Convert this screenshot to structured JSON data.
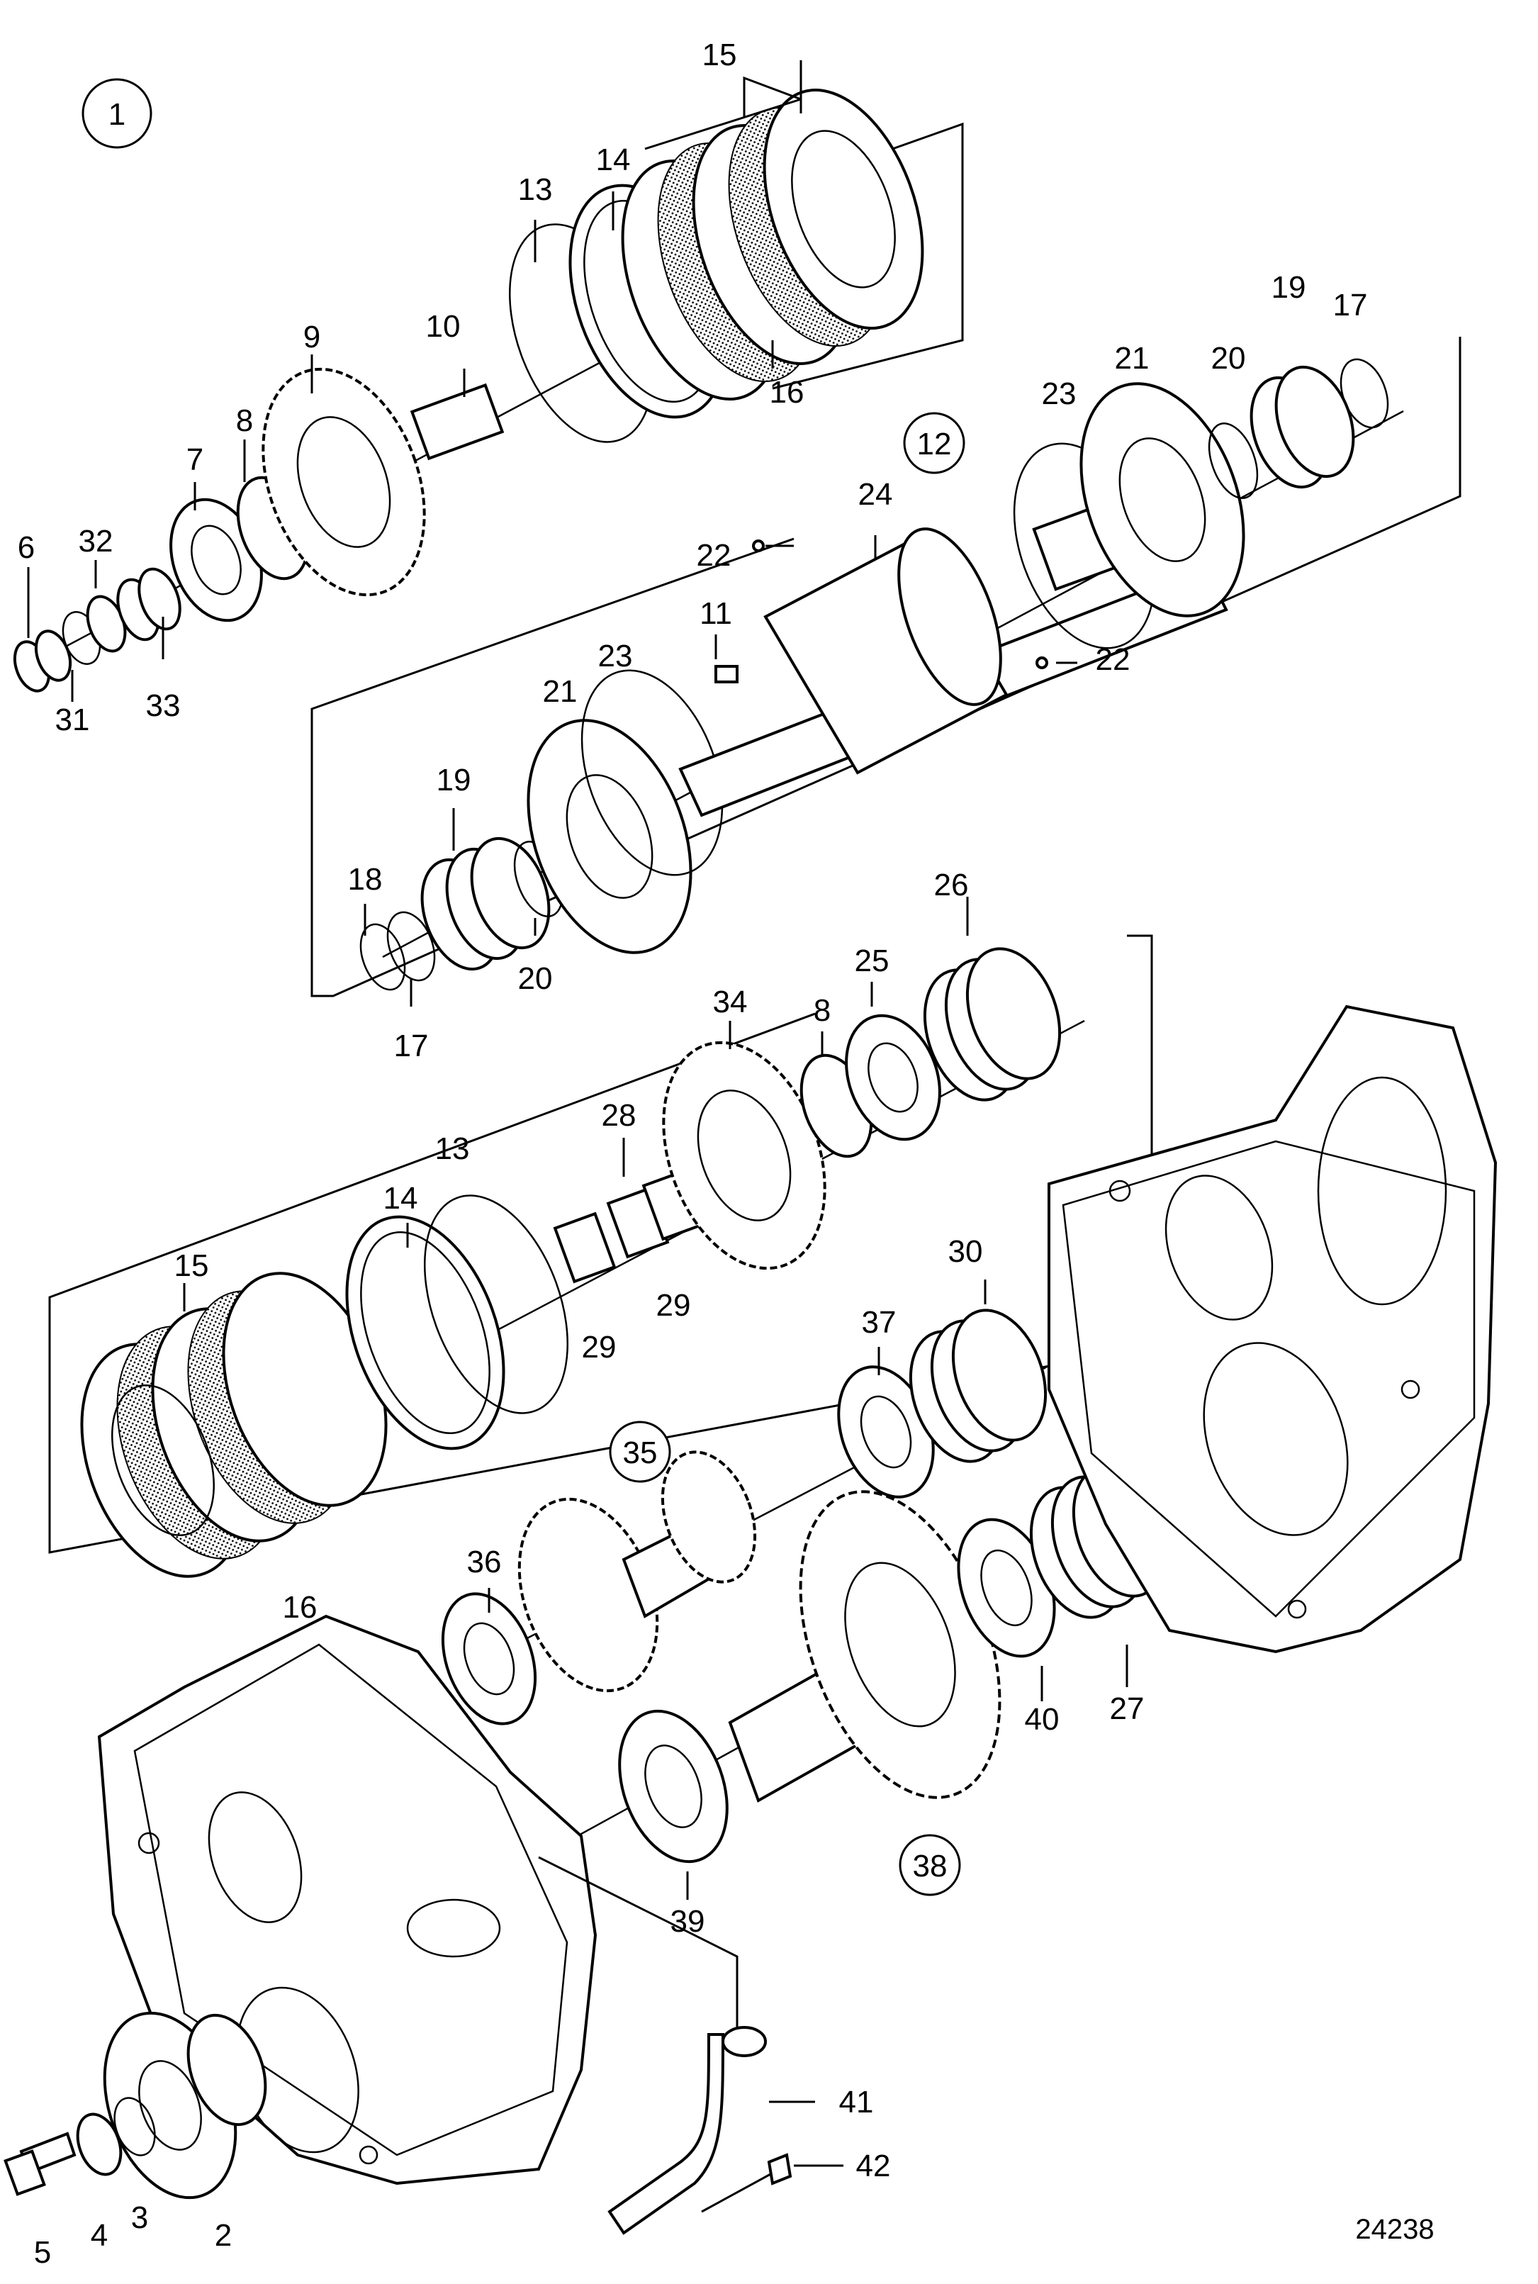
{
  "figure_number": "24238",
  "group_callouts": [
    "1",
    "12",
    "35",
    "38"
  ],
  "parts": [
    {
      "n": "2"
    },
    {
      "n": "3"
    },
    {
      "n": "4"
    },
    {
      "n": "5"
    },
    {
      "n": "6"
    },
    {
      "n": "7"
    },
    {
      "n": "8"
    },
    {
      "n": "8"
    },
    {
      "n": "9"
    },
    {
      "n": "10"
    },
    {
      "n": "11"
    },
    {
      "n": "13"
    },
    {
      "n": "13"
    },
    {
      "n": "14"
    },
    {
      "n": "14"
    },
    {
      "n": "15"
    },
    {
      "n": "15"
    },
    {
      "n": "16"
    },
    {
      "n": "16"
    },
    {
      "n": "17"
    },
    {
      "n": "17"
    },
    {
      "n": "18"
    },
    {
      "n": "19"
    },
    {
      "n": "19"
    },
    {
      "n": "20"
    },
    {
      "n": "20"
    },
    {
      "n": "21"
    },
    {
      "n": "21"
    },
    {
      "n": "22"
    },
    {
      "n": "22"
    },
    {
      "n": "23"
    },
    {
      "n": "23"
    },
    {
      "n": "24"
    },
    {
      "n": "25"
    },
    {
      "n": "26"
    },
    {
      "n": "27"
    },
    {
      "n": "28"
    },
    {
      "n": "29"
    },
    {
      "n": "29"
    },
    {
      "n": "30"
    },
    {
      "n": "31"
    },
    {
      "n": "32"
    },
    {
      "n": "33"
    },
    {
      "n": "34"
    },
    {
      "n": "36"
    },
    {
      "n": "37"
    },
    {
      "n": "39"
    },
    {
      "n": "40"
    },
    {
      "n": "41"
    },
    {
      "n": "42"
    }
  ]
}
